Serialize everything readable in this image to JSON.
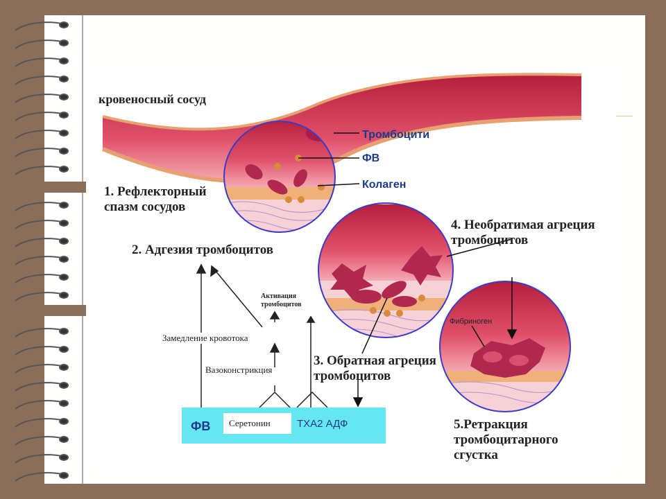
{
  "labels": {
    "vessel": "кровеносный сосуд",
    "platelets": "Тромбоцити",
    "fv": "ФВ",
    "collagen": "Колаген",
    "step1_l1": "1. Рефлекторный",
    "step1_l2": "спазм сосудов",
    "step2": "2. Адгезия тромбоцитов",
    "step3_l1": "3. Обратная агреция",
    "step3_l2": "тромбоцитов",
    "step4_l1": "4. Необратимая агреция",
    "step4_l2": "тромбоцитов",
    "step5_l1": "5.Ретракция",
    "step5_l2": "тромбоцитарного",
    "step5_l3": "сгустка",
    "fibrinogen": "Фибриноген",
    "activation_l1": "Активация",
    "activation_l2": "тромбоцитов",
    "slowdown": "Замедление кровотока",
    "vasoconstriction": "Вазоконстрикция",
    "bar_fv": "ФВ",
    "serotonin": "Серетонин",
    "txa2_adp": "ТХА2 АДФ"
  },
  "colors": {
    "vessel": "#c8324a",
    "platelet": "#b0284f",
    "fv_dot": "#d98a3c",
    "circle_border": "#3b3bc8",
    "bar": "#66e6f0"
  }
}
